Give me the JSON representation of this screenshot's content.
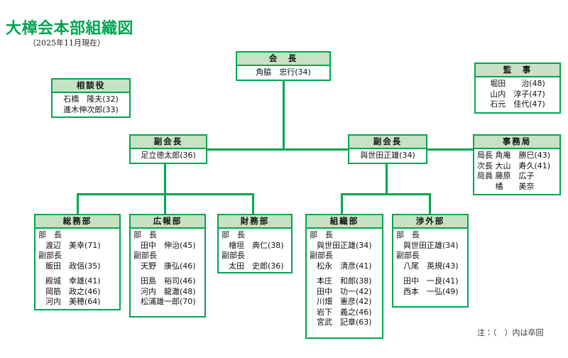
{
  "header": {
    "title": "大樟会本部組織図",
    "subtitle": "（2025年11月現在）",
    "note": "注：（　）内は卒回"
  },
  "colors": {
    "accent": "#00a550",
    "header_fill": "#c7e2c3",
    "text": "#111111",
    "background": "#ffffff"
  },
  "chart_data": {
    "type": "diagram",
    "title": "大樟会本部組織図",
    "nodes": [
      {
        "id": "president",
        "label": "会　長",
        "members": [
          "角脇　忠行(34)"
        ]
      },
      {
        "id": "advisor",
        "label": "相談役",
        "members": [
          "石橋　隆夫(32)",
          "進木伸次郎(33)"
        ]
      },
      {
        "id": "auditor",
        "label": "監　事",
        "members": [
          "堀田　　治(48)",
          "山内　淳子(47)",
          "石元　佳代(47)"
        ]
      },
      {
        "id": "vp1",
        "label": "副会長",
        "members": [
          "足立徳太郎(36)"
        ]
      },
      {
        "id": "vp2",
        "label": "副会長",
        "members": [
          "與世田正雄(34)"
        ]
      },
      {
        "id": "secretariat",
        "label": "事務局",
        "members": [
          "局長 角庵　勝巳(43)",
          "次長 大山　寿久(41)",
          "局員 藤原　広子",
          "　　 橘　　美奈"
        ]
      },
      {
        "id": "general",
        "label": "総務部",
        "members": [
          "部　長",
          "渡辺　美幸(71)",
          "副部長",
          "飯田　政信(35)",
          "殿城　幸雄(41)",
          "岡筋　政之(46)",
          "河内　美穂(64)"
        ]
      },
      {
        "id": "pr",
        "label": "広報部",
        "members": [
          "部　長",
          "田中　伸治(45)",
          "副部長",
          "天野　康弘(46)",
          "田島　裕司(46)",
          "河内　龍澈(48)",
          "松浦雄一郎(70)"
        ]
      },
      {
        "id": "finance",
        "label": "財務部",
        "members": [
          "部　長",
          "檜垣　典仁(38)",
          "副部長",
          "太田　史郎(36)"
        ]
      },
      {
        "id": "org",
        "label": "組織部",
        "members": [
          "部　長",
          "與世田正雄(34)",
          "副部長",
          "松永　清彦(41)",
          "本庄　和郎(38)",
          "田中　功一(42)",
          "川畑　憲彦(42)",
          "岩下　義之(46)",
          "宮武　記章(63)"
        ]
      },
      {
        "id": "external",
        "label": "渉外部",
        "members": [
          "部　長",
          "與世田正雄(34)",
          "副部長",
          "八尾　英規(43)",
          "田中　一良(41)",
          "西本　一弘(49)"
        ]
      }
    ],
    "edges": [
      {
        "from": "president",
        "to": "vp1"
      },
      {
        "from": "president",
        "to": "vp2"
      },
      {
        "from": "vp2",
        "to": "secretariat"
      },
      {
        "from": "vp1",
        "to": "general"
      },
      {
        "from": "vp1",
        "to": "pr"
      },
      {
        "from": "vp1",
        "to": "finance"
      },
      {
        "from": "vp2",
        "to": "org"
      },
      {
        "from": "vp2",
        "to": "external"
      }
    ]
  },
  "president": {
    "title": "会　長",
    "members": [
      "角脇　忠行(34)"
    ]
  },
  "advisor": {
    "title": "相談役",
    "members": [
      "石橋　隆夫(32)",
      "進木伸次郎(33)"
    ]
  },
  "auditor": {
    "title": "監　事",
    "members": [
      "堀田　　治(48)",
      "山内　淳子(47)",
      "石元　佳代(47)"
    ]
  },
  "vp1": {
    "title": "副会長",
    "members": [
      "足立徳太郎(36)"
    ]
  },
  "vp2": {
    "title": "副会長",
    "members": [
      "與世田正雄(34)"
    ]
  },
  "secretariat": {
    "title": "事務局",
    "members": [
      "局長 角庵　勝巳(43)",
      "次長 大山　寿久(41)",
      "局員 藤原　広子",
      "　　 橘　　美奈"
    ]
  },
  "general": {
    "title": "総務部",
    "role1": "部　長",
    "name1": "渡辺　美幸(71)",
    "role2": "副部長",
    "name2": "飯田　政信(35)",
    "members": [
      "殿城　幸雄(41)",
      "岡筋　政之(46)",
      "河内　美穂(64)"
    ]
  },
  "pr": {
    "title": "広報部",
    "role1": "部　長",
    "name1": "田中　伸治(45)",
    "role2": "副部長",
    "name2": "天野　康弘(46)",
    "members": [
      "田島　裕司(46)",
      "河内　龍澈(48)",
      "松浦雄一郎(70)"
    ]
  },
  "finance": {
    "title": "財務部",
    "role1": "部　長",
    "name1": "檜垣　典仁(38)",
    "role2": "副部長",
    "name2": "太田　史郎(36)",
    "members": []
  },
  "org": {
    "title": "組織部",
    "role1": "部　長",
    "name1": "與世田正雄(34)",
    "role2": "副部長",
    "name2": "松永　清彦(41)",
    "members": [
      "本庄　和郎(38)",
      "田中　功一(42)",
      "川畑　憲彦(42)",
      "岩下　義之(46)",
      "宮武　記章(63)"
    ]
  },
  "external": {
    "title": "渉外部",
    "role1": "部　長",
    "name1": "與世田正雄(34)",
    "role2": "副部長",
    "name2": "八尾　英規(43)",
    "members": [
      "田中　一良(41)",
      "西本　一弘(49)"
    ]
  }
}
